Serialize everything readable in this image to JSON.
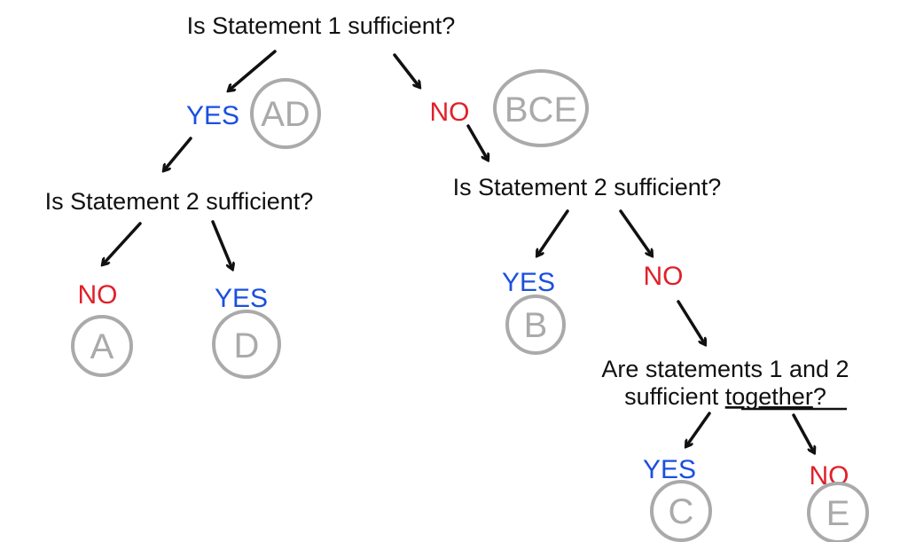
{
  "nodes": {
    "q1": "Is Statement 1 sufficient?",
    "q1_yes": "YES",
    "q1_yes_answers": "AD",
    "q1_no": "NO",
    "q1_no_answers": "BCE",
    "q2_left": "Is Statement 2 sufficient?",
    "q2_left_no": "NO",
    "q2_left_no_answer": "A",
    "q2_left_yes": "YES",
    "q2_left_yes_answer": "D",
    "q2_right": "Is Statement 2 sufficient?",
    "q2_right_yes": "YES",
    "q2_right_yes_answer": "B",
    "q2_right_no": "NO",
    "q3_line1": "Are statements 1 and 2",
    "q3_line2_a": "sufficient ",
    "q3_line2_b": "together",
    "q3_line2_c": "?",
    "q3_yes": "YES",
    "q3_yes_answer": "C",
    "q3_no": "NO",
    "q3_no_answer": "E"
  },
  "colors": {
    "yes": "#1a4fe0",
    "no": "#e0202a",
    "answer": "#aaaaaa"
  }
}
